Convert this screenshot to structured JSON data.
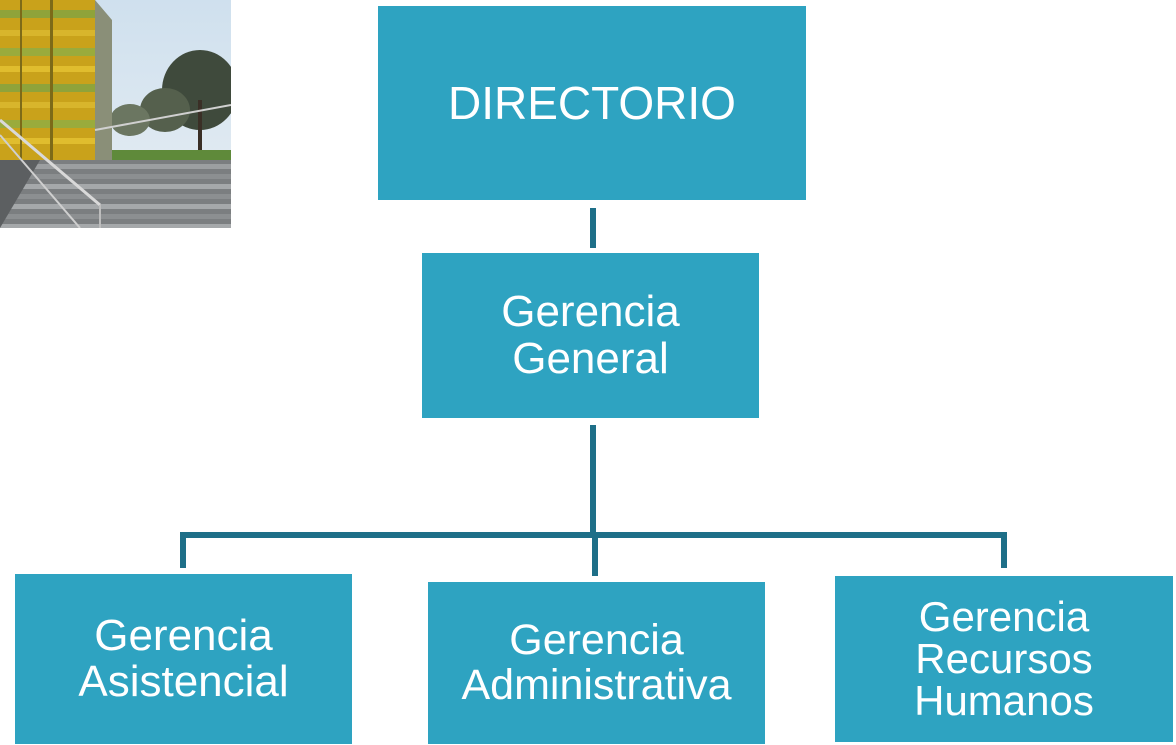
{
  "org_chart": {
    "top": {
      "label": "DIRECTORIO"
    },
    "middle": {
      "label": "Gerencia\nGeneral"
    },
    "children": [
      {
        "label": "Gerencia\nAsistencial"
      },
      {
        "label": "Gerencia\nAdministrativa"
      },
      {
        "label": "Gerencia\nRecursos\nHumanos"
      }
    ]
  },
  "colors": {
    "box": "#2ea3c1",
    "line": "#1e6f88",
    "text": "#ffffff"
  },
  "photo": {
    "icon": "building-stairs-photo"
  }
}
